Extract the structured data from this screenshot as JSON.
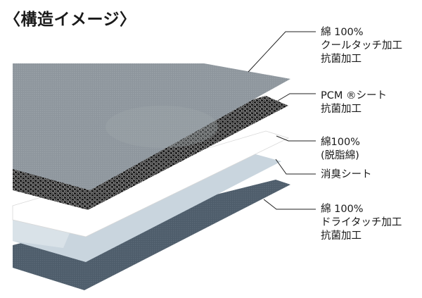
{
  "title": "〈構造イメージ〉",
  "layers": [
    {
      "name": "cotton-cool-touch",
      "lines": [
        "綿 100%",
        "クールタッチ加工",
        "抗菌加工"
      ]
    },
    {
      "name": "pcm-sheet",
      "lines": [
        "PCM ®シート",
        "抗菌加工"
      ]
    },
    {
      "name": "cotton-batting",
      "lines": [
        "綿100%",
        "(脱脂綿)"
      ]
    },
    {
      "name": "deodorizing-sheet",
      "lines": [
        "消臭シート"
      ]
    },
    {
      "name": "cotton-dry-touch",
      "lines": [
        "綿 100%",
        "ドライタッチ加工",
        "抗菌加工"
      ]
    }
  ],
  "colors": {
    "top_fabric": "#8e969d",
    "pcm_mesh": "#1c1c1c",
    "cotton": "#ffffff",
    "deodorizer": "#c9d5de",
    "bottom_fabric": "#4e5d6b",
    "leader": "#222222"
  }
}
